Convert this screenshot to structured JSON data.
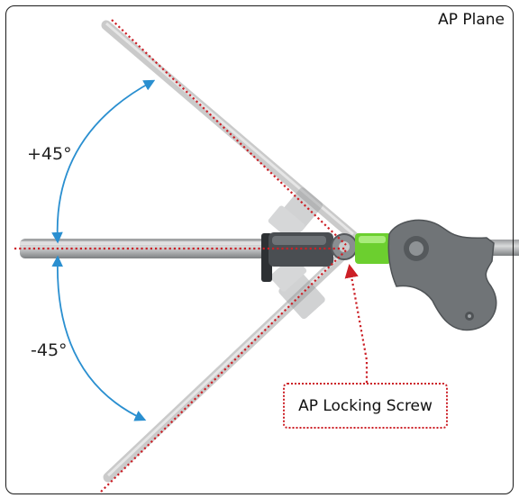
{
  "title": "AP Plane",
  "angle_upper": "+45°",
  "angle_lower": "-45°",
  "callout_label": "AP Locking Screw",
  "colors": {
    "reference_line": "#cc1f26",
    "angle_arc": "#2a8fd0",
    "rod": "#b7b7b7",
    "clamp_body": "#6f7376",
    "clamp_dark": "#3f4245",
    "locking_insert": "#6ccf2f"
  }
}
